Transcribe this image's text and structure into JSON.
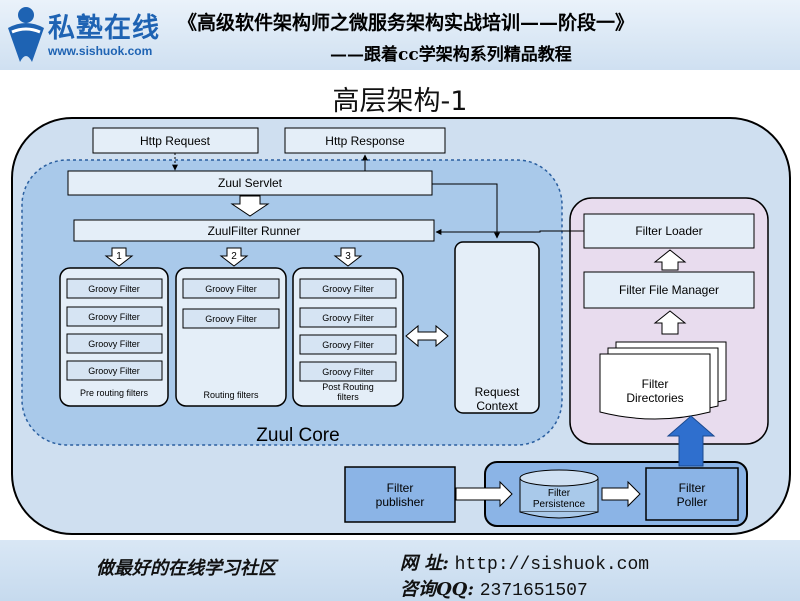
{
  "header": {
    "logo_cn": "私塾在线",
    "logo_url": "www.sishuok.com",
    "course_line1": "《高级软件架构师之微服务架构实战培训——阶段一》",
    "course_line2": "——跟着cc学架构系列精品教程"
  },
  "slide_title": "高层架构-1",
  "diagram": {
    "http_request": "Http Request",
    "http_response": "Http Response",
    "zuul_servlet": "Zuul Servlet",
    "filter_runner": "ZuulFilter Runner",
    "step1": "1",
    "step2": "2",
    "step3": "3",
    "groovy_filter": "Groovy Filter",
    "pre_label": "Pre routing filters",
    "routing_label": "Routing filters",
    "post_label_1": "Post Routing",
    "post_label_2": "filters",
    "request_context_1": "Request",
    "request_context_2": "Context",
    "zuul_core": "Zuul Core",
    "filter_loader": "Filter Loader",
    "filter_file_manager": "Filter File Manager",
    "filter_dirs_1": "Filter",
    "filter_dirs_2": "Directories",
    "filter_publisher_1": "Filter",
    "filter_publisher_2": "publisher",
    "filter_persistence_1": "Filter",
    "filter_persistence_2": "Persistence",
    "filter_poller_1": "Filter",
    "filter_poller_2": "Poller"
  },
  "footer": {
    "slogan": "做最好的在线学习社区",
    "site_label": "网  址:",
    "site_value": "http://sishuok.com",
    "qq_label": "咨询QQ:",
    "qq_value": "2371651507"
  },
  "colors": {
    "outer_fill": "#cfdff0",
    "core_fill": "#a9c9ea",
    "box_fill": "#e4eef8",
    "loader_fill": "#e8dcee",
    "poller_fill": "#8bb4e6"
  }
}
